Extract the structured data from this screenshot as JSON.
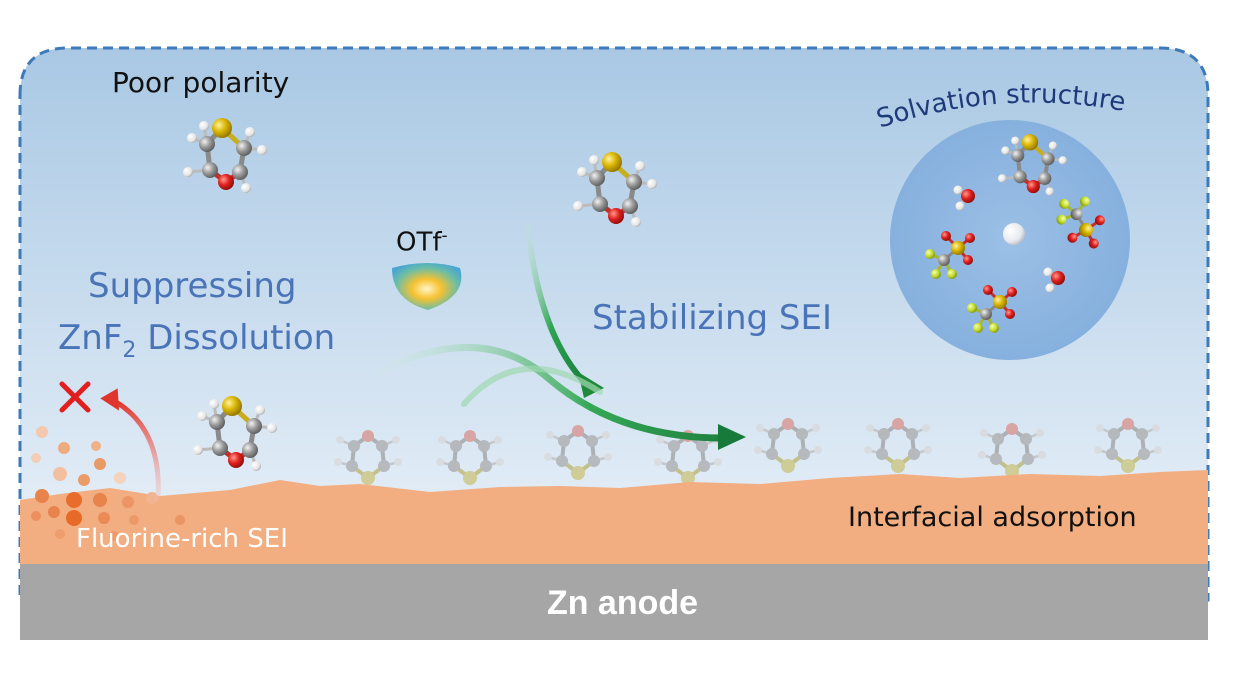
{
  "labels": {
    "poor_polarity": "Poor polarity",
    "suppressing_line1": "Suppressing",
    "suppressing_prefix": "ZnF",
    "suppressing_sub": "2",
    "suppressing_suffix": " Dissolution",
    "otf_base": "OTf",
    "otf_sup": "-",
    "stabilizing": "Stabilizing SEI",
    "solvation": "Solvation structure",
    "fluorine_sei": "Fluorine-rich SEI",
    "interfacial": "Interfacial adsorption",
    "anode": "Zn anode"
  },
  "colors": {
    "panel_top": "#a9c8e4",
    "panel_bottom": "#e8f1f8",
    "border_dash": "#3d7ab8",
    "sei_layer": "#f2ad80",
    "anode": "#a6a6a6",
    "text_blue": "#4a74b8",
    "arrow_green": "#1f8a3a",
    "arrow_red": "#d9302a",
    "sulfur": "#d4b000",
    "oxygen": "#e0201e",
    "carbon": "#909090",
    "fluorine": "#c8e03a"
  },
  "icons": {
    "cross": "red-x-icon",
    "molecule": "thiophane-oxolane-molecule"
  }
}
